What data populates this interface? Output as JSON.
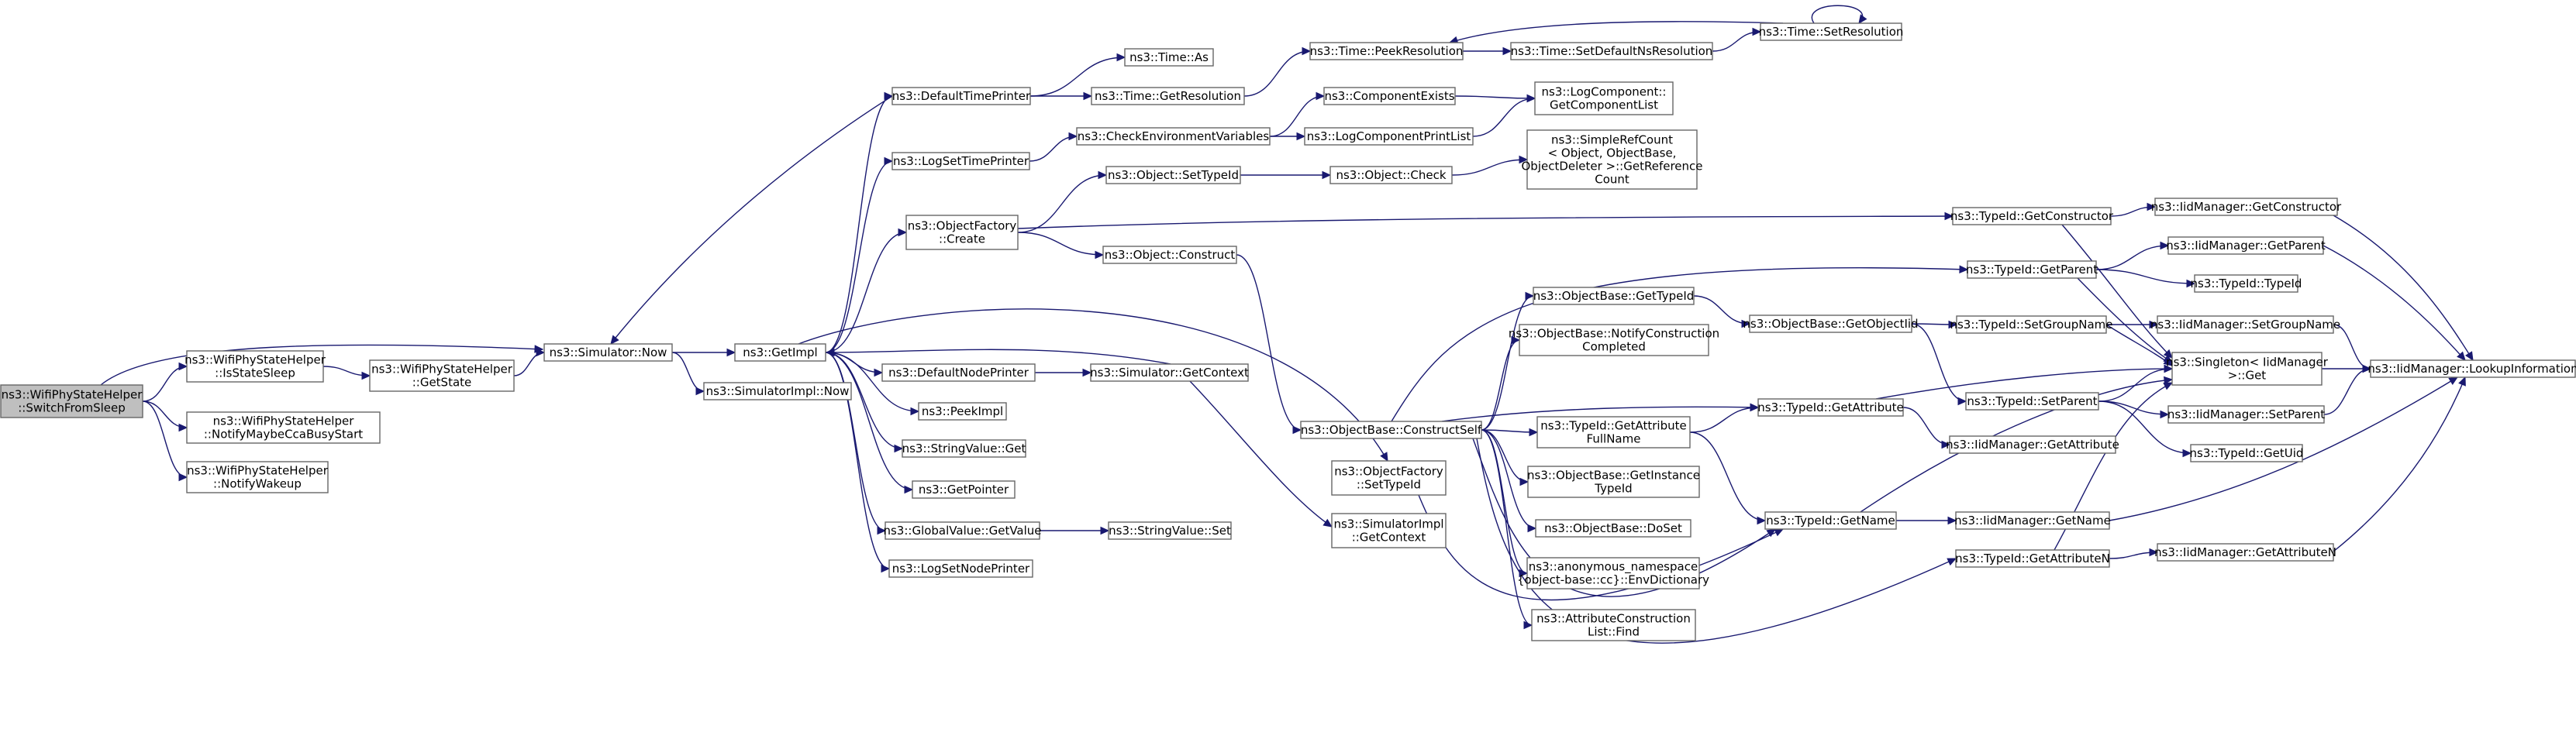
{
  "nodes": {
    "n_switch": [
      "ns3::WifiPhyStateHelper",
      "::SwitchFromSleep"
    ],
    "n_issleep": [
      "ns3::WifiPhyStateHelper",
      "::IsStateSleep"
    ],
    "n_notifycca": [
      "ns3::WifiPhyStateHelper",
      "::NotifyMaybeCcaBusyStart"
    ],
    "n_notifywake": [
      "ns3::WifiPhyStateHelper",
      "::NotifyWakeup"
    ],
    "n_getstate": [
      "ns3::WifiPhyStateHelper",
      "::GetState"
    ],
    "n_now": [
      "ns3::Simulator::Now"
    ],
    "n_simimplnow": [
      "ns3::SimulatorImpl::Now"
    ],
    "n_getimpl": [
      "ns3::GetImpl"
    ],
    "n_deftimeprinter": [
      "ns3::DefaultTimePrinter"
    ],
    "n_logsettime": [
      "ns3::LogSetTimePrinter"
    ],
    "n_objfactcreate": [
      "ns3::ObjectFactory",
      "::Create"
    ],
    "n_defnodeprinter": [
      "ns3::DefaultNodePrinter"
    ],
    "n_peekimpl": [
      "ns3::PeekImpl"
    ],
    "n_stringget": [
      "ns3::StringValue::Get"
    ],
    "n_getpointer": [
      "ns3::GetPointer"
    ],
    "n_globalget": [
      "ns3::GlobalValue::GetValue"
    ],
    "n_logsetnode": [
      "ns3::LogSetNodePrinter"
    ],
    "n_timeas": [
      "ns3::Time::As"
    ],
    "n_timegetres": [
      "ns3::Time::GetResolution"
    ],
    "n_checkenv": [
      "ns3::CheckEnvironmentVariables"
    ],
    "n_objsettid": [
      "ns3::Object::SetTypeId"
    ],
    "n_objconstruct": [
      "ns3::Object::Construct"
    ],
    "n_simgetctx": [
      "ns3::Simulator::GetContext"
    ],
    "n_stringset": [
      "ns3::StringValue::Set"
    ],
    "n_objfactset": [
      "ns3::ObjectFactory",
      "::SetTypeId"
    ],
    "n_simimplctx": [
      "ns3::SimulatorImpl",
      "::GetContext"
    ],
    "n_peekres": [
      "ns3::Time::PeekResolution"
    ],
    "n_compexists": [
      "ns3::ComponentExists"
    ],
    "n_logcompprint": [
      "ns3::LogComponentPrintList"
    ],
    "n_objcheck": [
      "ns3::Object::Check"
    ],
    "n_constructself": [
      "ns3::ObjectBase::ConstructSelf"
    ],
    "n_setdefres": [
      "ns3::Time::SetDefaultNsResolution"
    ],
    "n_logcompget": [
      "ns3::LogComponent::",
      "GetComponentList"
    ],
    "n_simplerefcount": [
      "ns3::SimpleRefCount",
      "< Object, ObjectBase,",
      "ObjectDeleter >::GetReference",
      "Count"
    ],
    "n_obgettid": [
      "ns3::ObjectBase::GetTypeId"
    ],
    "n_obnotify": [
      "ns3::ObjectBase::NotifyConstruction",
      "Completed"
    ],
    "n_tidgetattrfull": [
      "ns3::TypeId::GetAttribute",
      "FullName"
    ],
    "n_obgetinst": [
      "ns3::ObjectBase::GetInstance",
      "TypeId"
    ],
    "n_obdoset": [
      "ns3::ObjectBase::DoSet"
    ],
    "n_envdict": [
      "ns3::anonymous_namespace",
      "{object-base::cc}::EnvDictionary"
    ],
    "n_attrfind": [
      "ns3::AttributeConstruction",
      "List::Find"
    ],
    "n_settimeres": [
      "ns3::Time::SetResolution"
    ],
    "n_obgetoid": [
      "ns3::ObjectBase::GetObjectIid"
    ],
    "n_tidgetattr": [
      "ns3::TypeId::GetAttribute"
    ],
    "n_tidgetname": [
      "ns3::TypeId::GetName"
    ],
    "n_tidgetctor": [
      "ns3::TypeId::GetConstructor"
    ],
    "n_tidgetparent": [
      "ns3::TypeId::GetParent"
    ],
    "n_tidsetgroup": [
      "ns3::TypeId::SetGroupName"
    ],
    "n_tidsetparent": [
      "ns3::TypeId::SetParent"
    ],
    "n_iidgetattr": [
      "ns3::IidManager::GetAttribute"
    ],
    "n_iidgetname": [
      "ns3::IidManager::GetName"
    ],
    "n_tidgetattrn": [
      "ns3::TypeId::GetAttributeN"
    ],
    "n_iidgetctor": [
      "ns3::IidManager::GetConstructor"
    ],
    "n_iidgetparent": [
      "ns3::IidManager::GetParent"
    ],
    "n_tidtid": [
      "ns3::TypeId::TypeId"
    ],
    "n_iidsetgroup": [
      "ns3::IidManager::SetGroupName"
    ],
    "n_singleton": [
      "ns3::Singleton< IidManager",
      ">::Get"
    ],
    "n_iidsetparent": [
      "ns3::IidManager::SetParent"
    ],
    "n_tidgetuid": [
      "ns3::TypeId::GetUid"
    ],
    "n_iidgetattrn": [
      "ns3::IidManager::GetAttributeN"
    ],
    "n_iidlookup": [
      "ns3::IidManager::LookupInformation"
    ]
  }
}
